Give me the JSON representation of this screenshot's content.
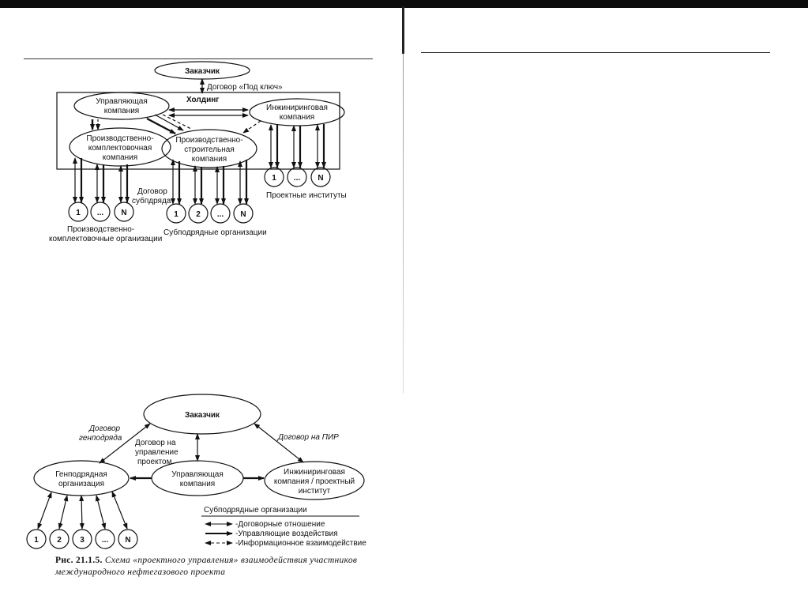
{
  "figure1": {
    "customer": "Заказчик",
    "turnkey_contract": "Договор «Под ключ»",
    "holding": "Холдинг",
    "management_company": [
      "Управляющая",
      "компания"
    ],
    "engineering_company": [
      "Инжиниринговая",
      "компания"
    ],
    "pk_company": [
      "Производственно-",
      "комплектовочная",
      "компания"
    ],
    "ps_company": [
      "Производственно-",
      "строительная",
      "компания"
    ],
    "subcontract": [
      "Договор",
      "субпдряда"
    ],
    "pk_nodes": [
      "1",
      "...",
      "N"
    ],
    "ps_nodes": [
      "1",
      "2",
      "...",
      "N"
    ],
    "design_nodes": [
      "1",
      "...",
      "N"
    ],
    "pk_orgs_label": [
      "Производственно-",
      "комплектовочные организации"
    ],
    "sub_orgs_label": "Субподрядные организации",
    "design_institutes_label": "Проектные институты"
  },
  "figure2": {
    "customer": "Заказчик",
    "general_contract": [
      "Договор",
      "генподряда"
    ],
    "pm_contract": [
      "Договор на",
      "управление",
      "проектом"
    ],
    "pir_contract": "Договор на ПИР",
    "general_contractor": [
      "Генподрядная",
      "организация"
    ],
    "management_company": [
      "Управляющая",
      "компания"
    ],
    "engineering": [
      "Инжиниринговая",
      "компания / проектный",
      "институт"
    ],
    "nodes": [
      "1",
      "2",
      "3",
      "...",
      "N"
    ],
    "sub_orgs_label": "Субподрядные организации",
    "legend": [
      "-Договорные отношение",
      "-Управляющие воздействия",
      "-Информационное взаимодействие"
    ]
  },
  "caption": {
    "label": "Рис. 21.1.5.",
    "text": "Схема «проектного управления» взаимодействия участников международного нефтегазового проекта"
  }
}
